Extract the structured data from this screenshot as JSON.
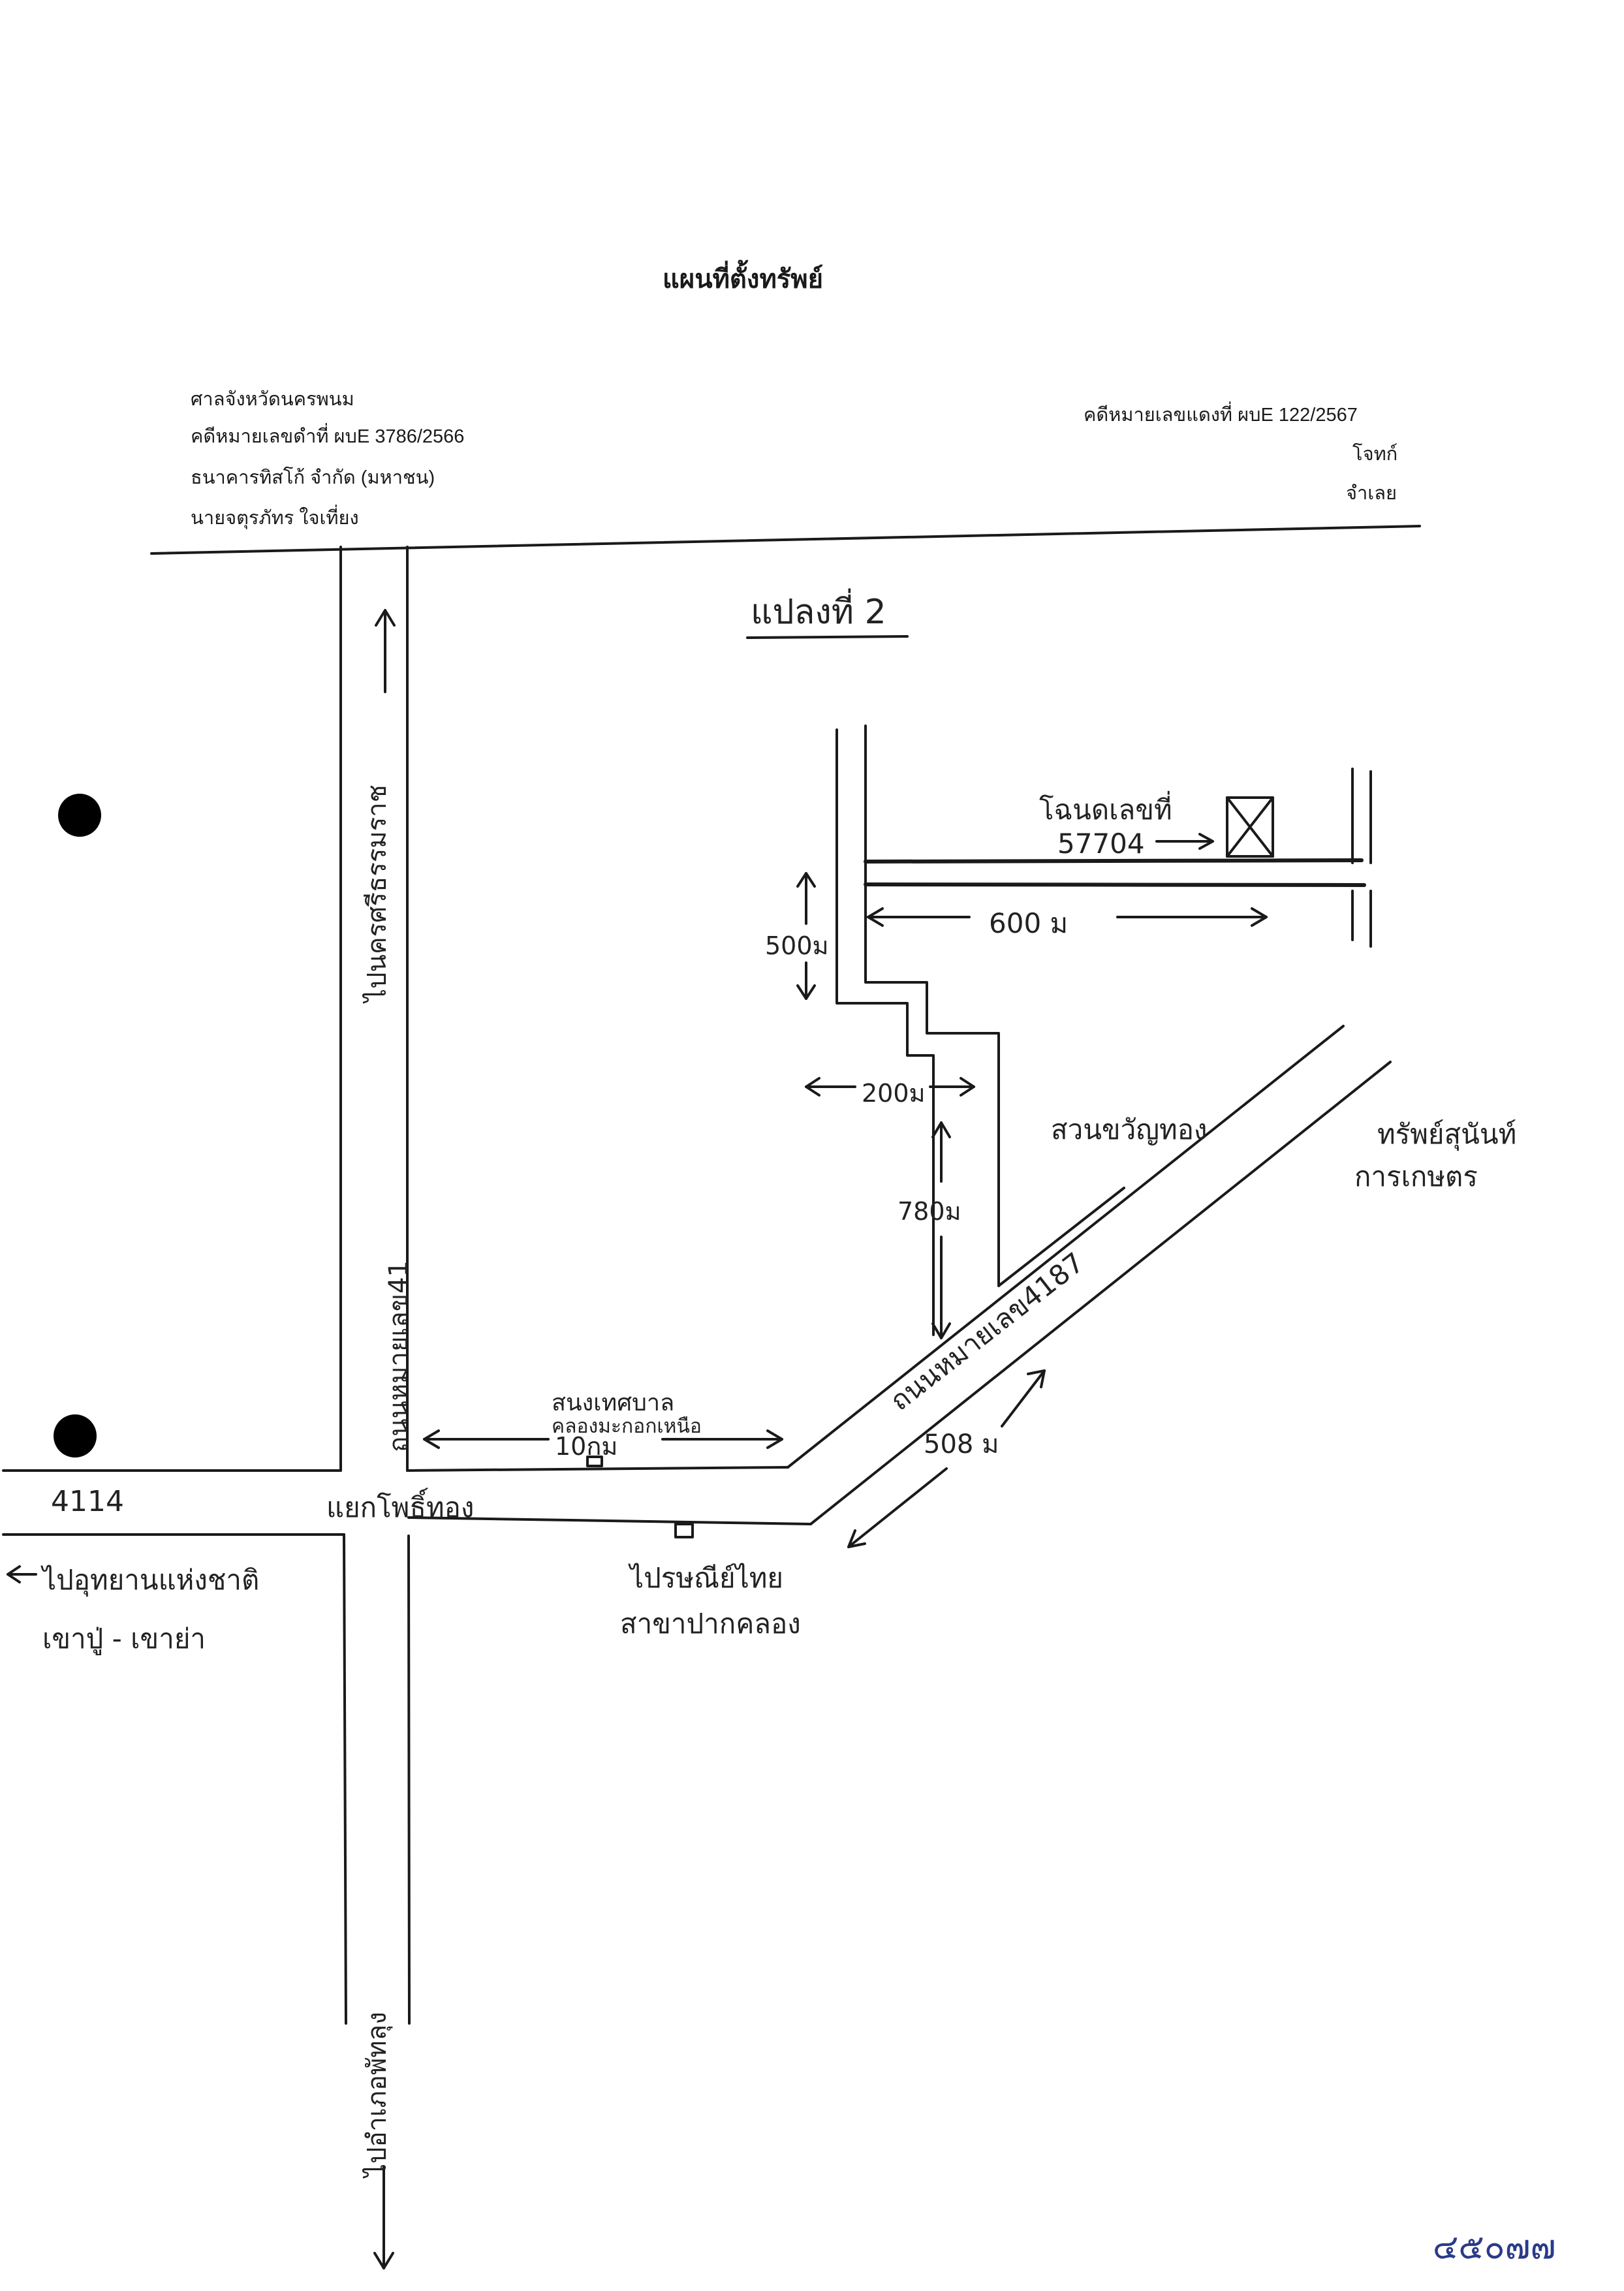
{
  "document": {
    "title": "แผนที่ตั้งทรัพย์",
    "court": "ศาลจังหวัดนครพนม",
    "black_case": "คดีหมายเลขดำที่ ผบE 3786/2566",
    "plaintiff": "ธนาคารทิสโก้ จำกัด (มหาชน)",
    "defendant_name": "นายจตุรภัทร ใจเที่ยง",
    "red_case": "คดีหมายเลขแดงที่ ผบE 122/2567",
    "plaintiff_role": "โจทก์",
    "defendant_role": "จำเลย",
    "page_note": "๔๕๐๗๗"
  },
  "map": {
    "plot_label": "แปลงที่ 2",
    "deed_label": "โฉนดเลขที่",
    "deed_number": "57704",
    "dist_600": "600 ม",
    "dist_500": "500ม",
    "dist_200": "200ม",
    "dist_780": "780ม",
    "dist_10km": "10กม",
    "dist_508": "508 ม",
    "road_41": "ถนนหมายเลข41",
    "road_4187": "ถนนหมายเลข4187",
    "road_4114": "4114",
    "to_surat": "ไปนครศรีธรรมราช",
    "to_phatthalung": "ไปอำเภอพัทลุง",
    "to_national_park": "ไปอุทยานแห่งชาติ",
    "national_park_name": "เขาปู่ - เขาย่า",
    "junction": "แยกโพธิ์ทอง",
    "municipality": "สนงเทศบาล",
    "municipality_sub": "คลองมะกอกเหนือ",
    "post_office": "ไปรษณีย์ไทย",
    "post_office_branch": "สาขาปากคลอง",
    "orchard": "สวนขวัญทอง",
    "coop": "ทรัพย์สุนันท์",
    "coop_sub": "การเกษตร"
  }
}
